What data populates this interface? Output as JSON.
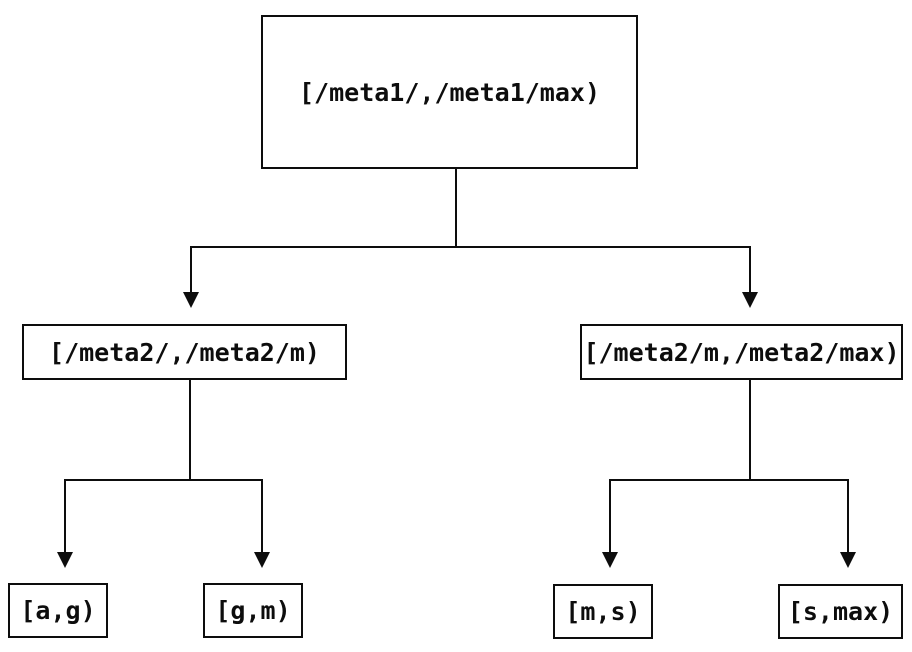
{
  "colors": {
    "background": "#ffffff",
    "line": "#0d0d0d",
    "box_border": "#0d0d0d",
    "text": "#0d0d0d"
  },
  "tree": {
    "root": {
      "label": "[/meta1/,/meta1/max)"
    },
    "children": [
      {
        "label": "[/meta2/,/meta2/m)",
        "children": [
          {
            "label": "[a,g)"
          },
          {
            "label": "[g,m)"
          }
        ]
      },
      {
        "label": "[/meta2/m,/meta2/max)",
        "children": [
          {
            "label": "[m,s)"
          },
          {
            "label": "[s,max)"
          }
        ]
      }
    ]
  }
}
